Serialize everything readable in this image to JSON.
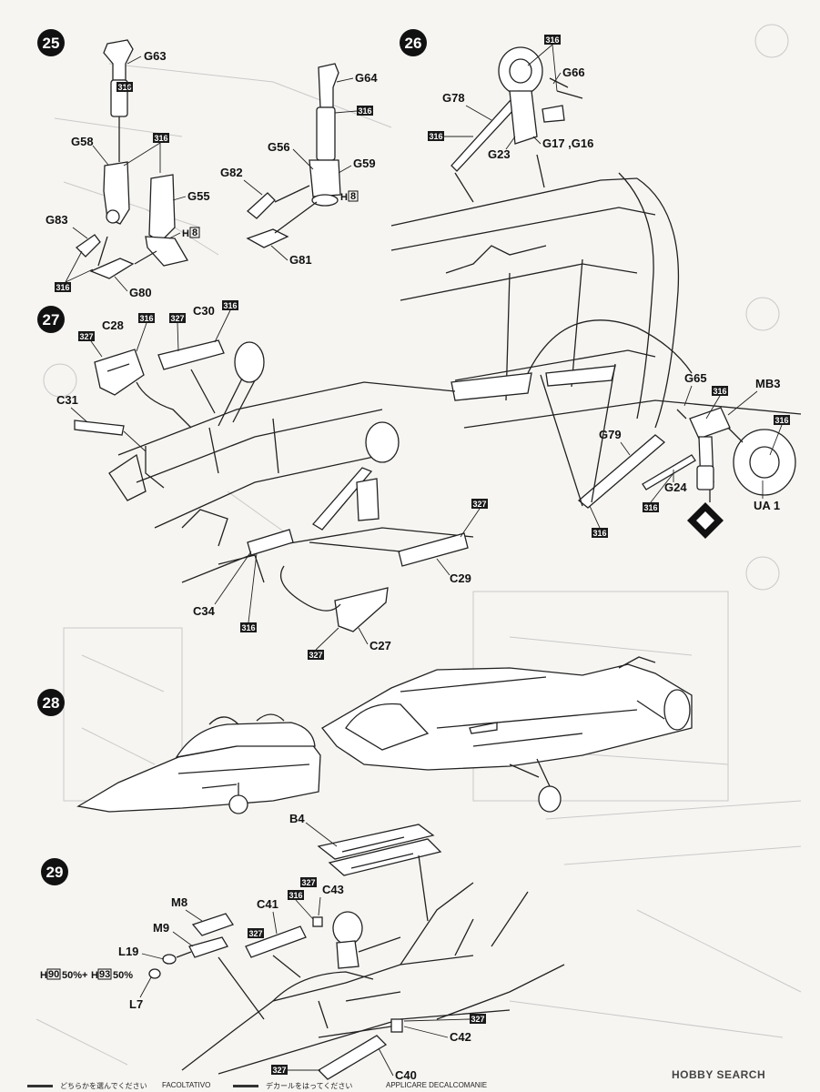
{
  "steps": {
    "s25": "25",
    "s26": "26",
    "s27": "27",
    "s28": "28",
    "s29": "29"
  },
  "parts": {
    "G63": "G63",
    "G58": "G58",
    "G55": "G55",
    "G83": "G83",
    "G80": "G80",
    "G82": "G82",
    "G64": "G64",
    "G56": "G56",
    "G59": "G59",
    "G81": "G81",
    "G78": "G78",
    "G66": "G66",
    "G23": "G23",
    "G17G16": "G17 ,G16",
    "G65": "G65",
    "MB3": "MB3",
    "G79": "G79",
    "G24": "G24",
    "UA1": "UA 1",
    "C28": "C28",
    "C30": "C30",
    "C31": "C31",
    "C29": "C29",
    "C34": "C34",
    "C27": "C27",
    "B4": "B4",
    "M8": "M8",
    "M9": "M9",
    "L19": "L19",
    "L7": "L7",
    "C41": "C41",
    "C43": "C43",
    "C42": "C42",
    "C40": "C40",
    "H8a": "H",
    "H8b": "H",
    "H8num": "8"
  },
  "paint": {
    "p316": "316",
    "p327": "327"
  },
  "mix": {
    "h_label": "H",
    "h90": "90",
    "pct1": "50%+",
    "h93": "93",
    "pct2": "50%"
  },
  "footer": {
    "choose_jp": "どちらかを選んでください",
    "optional": "FACOLTATIVO",
    "decal_jp": "デカールをはってください",
    "decal": "APPLICARE DECALCOMANIE"
  },
  "watermark": "HOBBY SEARCH",
  "colors": {
    "ink": "#111111",
    "paint_box": "#1a1a1a",
    "paper": "#f6f5f2"
  }
}
